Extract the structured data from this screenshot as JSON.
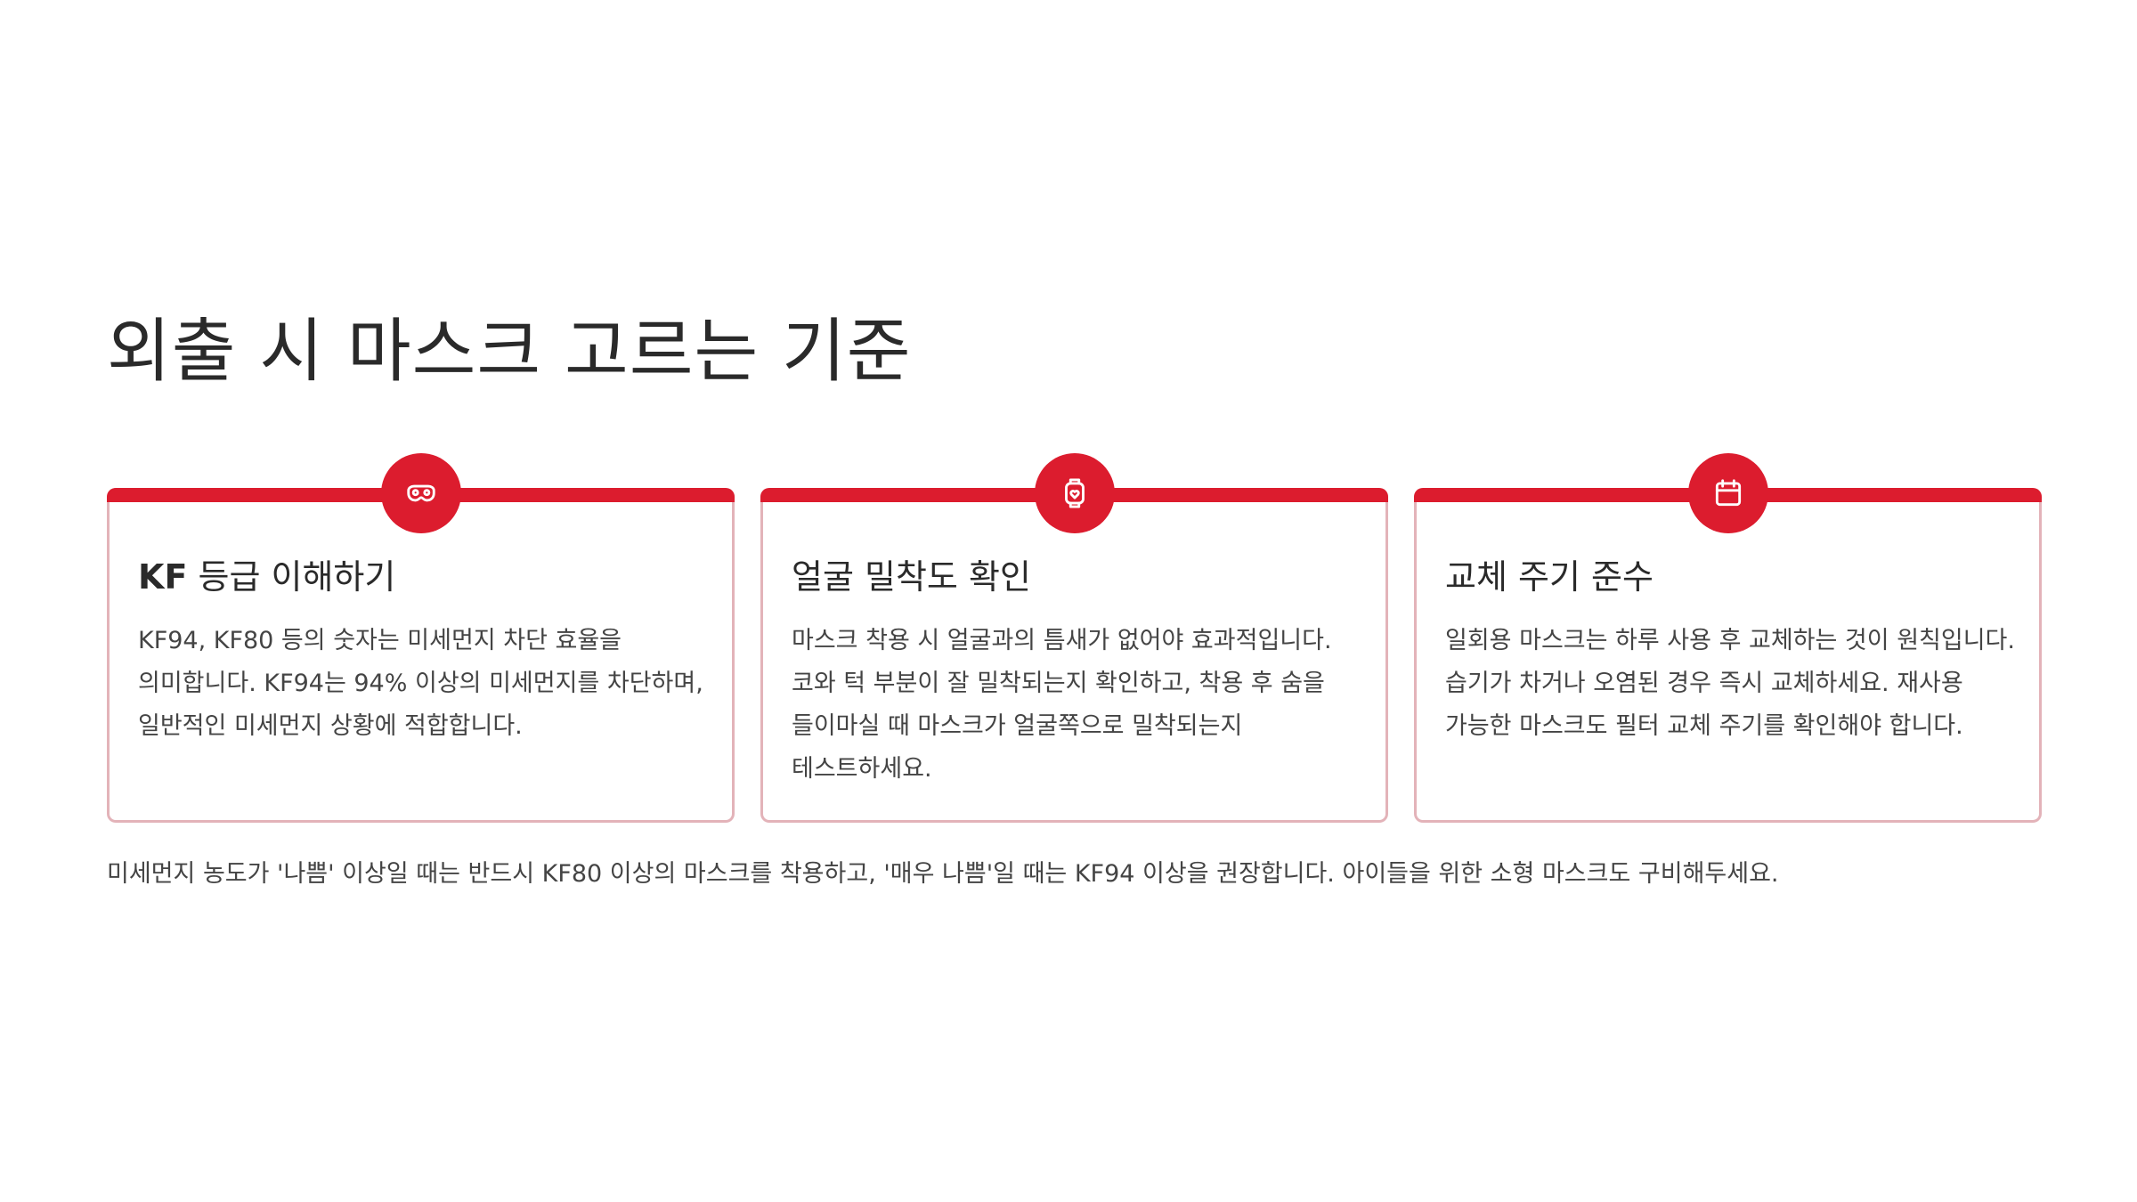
{
  "title": "외출 시 마스크 고르는 기준",
  "cards": [
    {
      "icon": "mask-icon",
      "title_strong": "KF",
      "title_rest": " 등급 이해하기",
      "body": "KF94, KF80 등의 숫자는 미세먼지 차단 효율을 의미합니다. KF94는 94% 이상의 미세먼지를 차단하며, 일반적인 미세먼지 상황에 적합합니다."
    },
    {
      "icon": "smartwatch-heart-icon",
      "title": "얼굴 밀착도 확인",
      "body": "마스크 착용 시 얼굴과의 틈새가 없어야 효과적입니다. 코와 턱 부분이 잘 밀착되는지 확인하고, 착용 후 숨을 들이마실 때 마스크가 얼굴쪽으로 밀착되는지 테스트하세요."
    },
    {
      "icon": "calendar-icon",
      "title": "교체 주기 준수",
      "body": "일회용 마스크는 하루 사용 후 교체하는 것이 원칙입니다. 습기가 차거나 오염된 경우 즉시 교체하세요. 재사용 가능한 마스크도 필터 교체 주기를 확인해야 합니다."
    }
  ],
  "note": "미세먼지 농도가 '나쁨' 이상일 때는 반드시 KF80 이상의 마스크를 착용하고, '매우 나쁨'일 때는 KF94 이상을 권장합니다. 아이들을 위한 소형 마스크도 구비해두세요.",
  "colors": {
    "accent": "#dc1c2e",
    "card_border": "#e3b3b9",
    "text": "#2a2a2a"
  }
}
